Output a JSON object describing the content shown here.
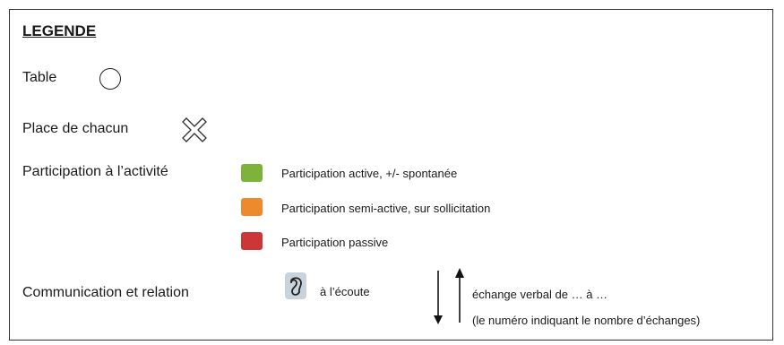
{
  "legend": {
    "title": "LEGENDE",
    "table": {
      "label": "Table",
      "icon": "circle-icon"
    },
    "seat": {
      "label": "Place de chacun",
      "icon": "cross-icon"
    },
    "participation": {
      "label": "Participation à l’activité",
      "items": [
        {
          "label": "Participation active, +/- spontanée",
          "color": "#7fb23a"
        },
        {
          "label": "Participation semi-active, sur sollicitation",
          "color": "#ef8a2c"
        },
        {
          "label": "Participation passive",
          "color": "#cc3636"
        }
      ]
    },
    "communication": {
      "label": "Communication et relation",
      "listening_label": "à l’écoute",
      "exchange_label": "échange verbal de … à …",
      "exchange_note": "(le numéro indiquant le nombre d’échanges)"
    }
  }
}
